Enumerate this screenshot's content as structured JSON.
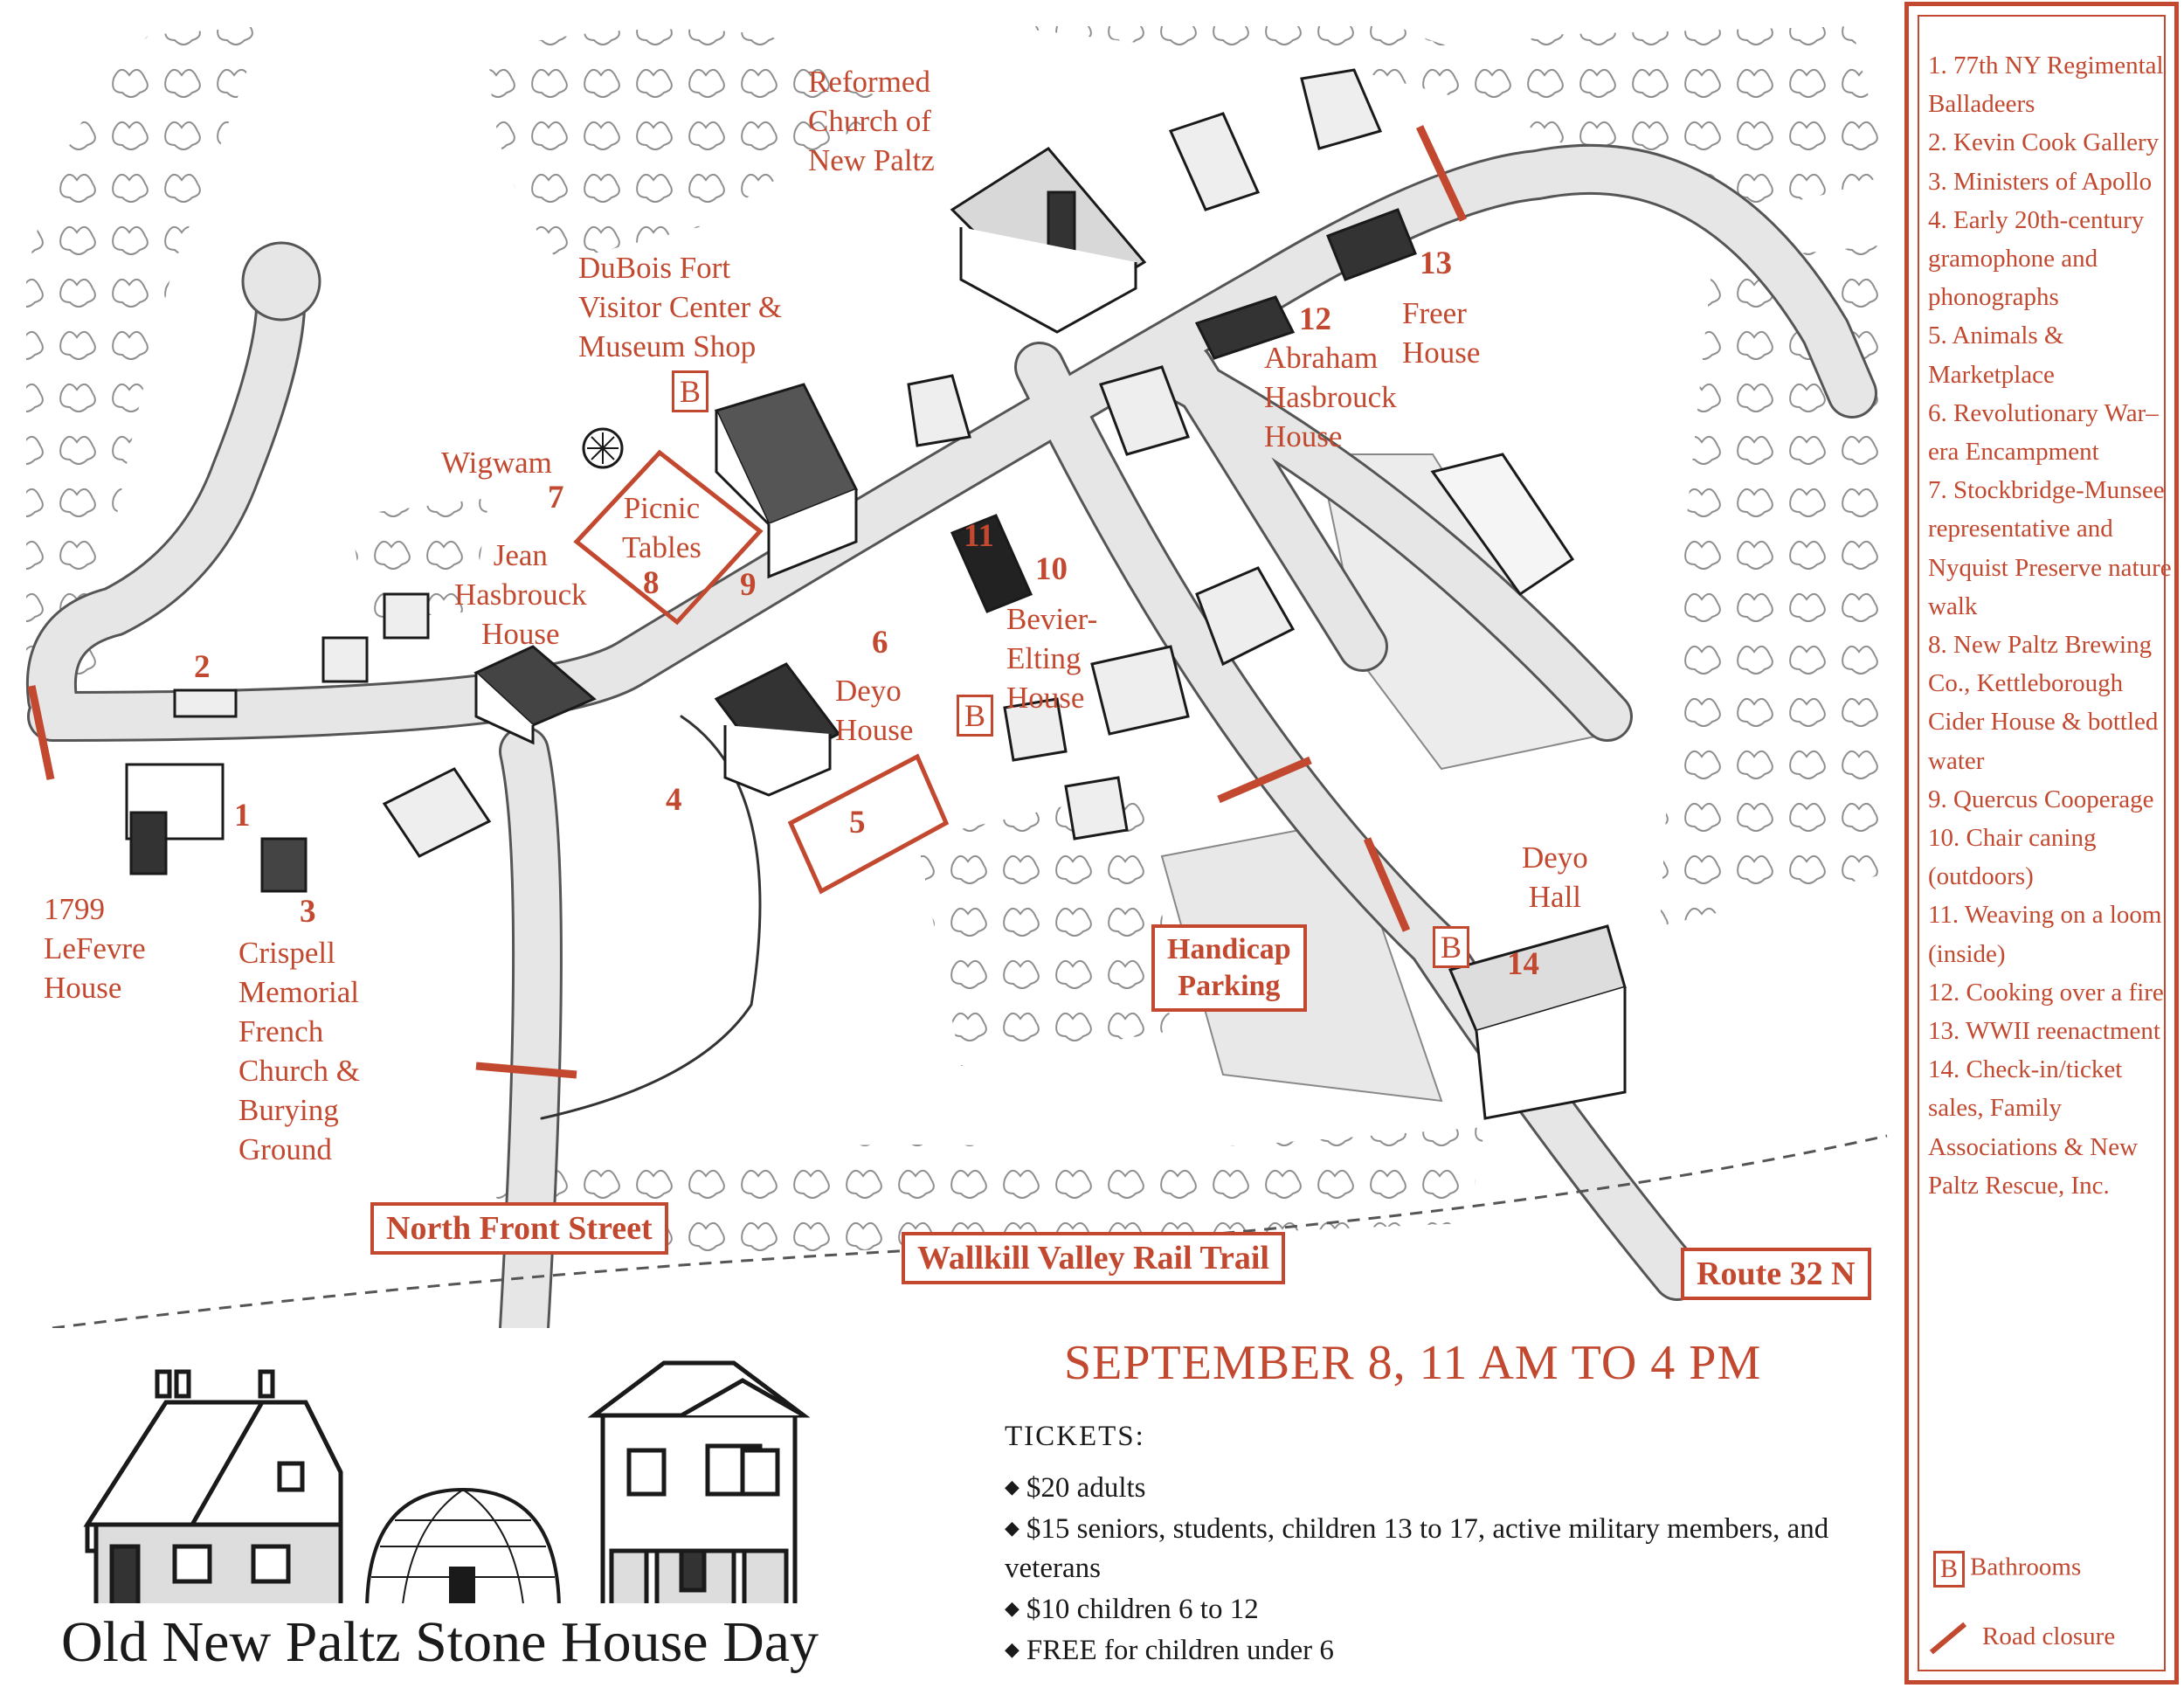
{
  "colors": {
    "accent": "#c2492f",
    "road": "#e6e6e6",
    "ink": "#1a1a1a"
  },
  "map_labels": {
    "reformed_church": "Reformed\nChurch of\nNew Paltz",
    "dubois_fort": "DuBois Fort\nVisitor Center &\nMuseum Shop",
    "wigwam": "Wigwam",
    "picnic_tables": "Picnic\nTables",
    "jean_hasbrouck": "Jean\nHasbrouck\nHouse",
    "deyo_house": "Deyo\nHouse",
    "bevier_elting": "Bevier-\nElting\nHouse",
    "abraham_hasbrouck": "Abraham\nHasbrouck\nHouse",
    "freer_house": "Freer\nHouse",
    "lefevre_house": "1799\nLeFevre\nHouse",
    "crispell": "Crispell\nMemorial\nFrench\nChurch &\nBurying\nGround",
    "deyo_hall": "Deyo\nHall"
  },
  "numbers": {
    "n1": "1",
    "n2": "2",
    "n3": "3",
    "n4": "4",
    "n5": "5",
    "n6": "6",
    "n7": "7",
    "n8": "8",
    "n9": "9",
    "n10": "10",
    "n11": "11",
    "n12": "12",
    "n13": "13",
    "n14": "14"
  },
  "bathroom_symbol": "B",
  "roads": {
    "north_front_street": "North Front Street",
    "rail_trail": "Wallkill Valley Rail Trail",
    "route_32": "Route 32 N",
    "handicap_parking": "Handicap\nParking"
  },
  "legend": {
    "items": [
      "1. 77th NY Regimental Balladeers",
      "2. Kevin Cook Gallery",
      "3. Ministers of Apollo",
      "4. Early 20th-century gramophone and phonographs",
      "5. Animals & Marketplace",
      "6. Revolutionary War–era Encampment",
      "7. Stockbridge-Munsee representative and Nyquist Preserve nature walk",
      "8. New Paltz Brewing Co., Kettleborough Cider House & bottled water",
      "9. Quercus Cooperage",
      "10. Chair caning (outdoors)",
      "11. Weaving on a loom (inside)",
      "12. Cooking over a fire",
      "13. WWII reenactment",
      "14. Check-in/ticket sales, Family Associations & New Paltz Rescue, Inc."
    ],
    "bathrooms": "Bathrooms",
    "road_closure": "Road closure"
  },
  "event": {
    "date": "SEPTEMBER 8, 11 AM TO 4 PM",
    "tickets_heading": "TICKETS:",
    "tickets": [
      "$20 adults",
      "$15 seniors, students, children 13 to 17, active military members, and veterans",
      "$10 children 6 to 12",
      "FREE for children under 6"
    ],
    "title": "Old New Paltz Stone House Day"
  }
}
